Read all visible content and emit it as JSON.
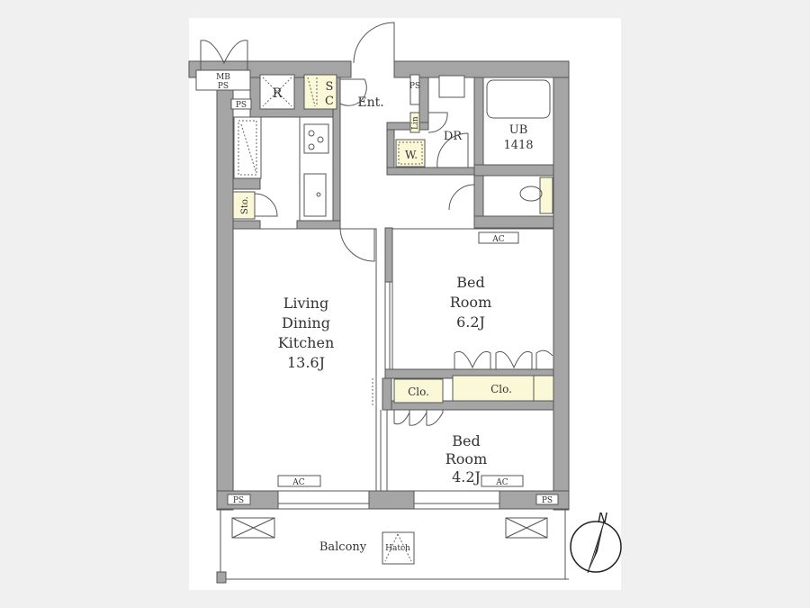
{
  "floorplan": {
    "rooms": {
      "ldk": [
        "Living",
        "Dining",
        "Kitchen",
        "13.6J"
      ],
      "bed1": [
        "Bed",
        "Room",
        "6.2J"
      ],
      "bed2": [
        "Bed",
        "Room",
        "4.2J"
      ],
      "ub": [
        "UB",
        "1418"
      ],
      "entrance": "Ent.",
      "dr": "DR",
      "balcony": "Balcony"
    },
    "fixtures": {
      "mb_ps": [
        "MB",
        "PS"
      ],
      "ps": "PS",
      "refrigerator": "R",
      "shoe_closet": [
        "S",
        "C"
      ],
      "storage": "Sto.",
      "linen": "Lin",
      "washer": "W.",
      "ac": "AC",
      "closet": "Clo.",
      "hatch": "Hatch"
    },
    "compass": "N",
    "colors": {
      "wall": "#a5a5a5",
      "storage": "#fbf8d8",
      "background": "#f0f0f0"
    }
  }
}
